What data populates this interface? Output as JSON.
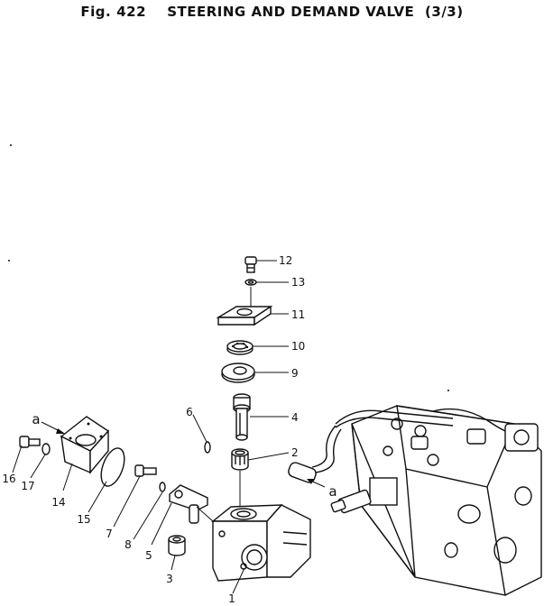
{
  "title": {
    "prefix": "Fig.",
    "number": "422",
    "name": "STEERING AND DEMAND VALVE",
    "page": "(3/3)"
  },
  "callouts": [
    "1",
    "2",
    "3",
    "4",
    "5",
    "6",
    "7",
    "8",
    "9",
    "10",
    "11",
    "12",
    "13",
    "14",
    "15",
    "16",
    "17"
  ],
  "refs": [
    "a",
    "a"
  ]
}
